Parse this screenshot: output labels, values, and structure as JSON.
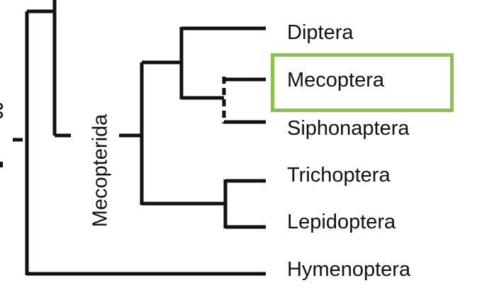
{
  "taxa": {
    "diptera": "Diptera",
    "mecoptera": "Mecoptera",
    "siphonaptera": "Siphonaptera",
    "trichoptera": "Trichoptera",
    "lepidoptera": "Lepidoptera",
    "hymenoptera": "Hymenoptera"
  },
  "clades": {
    "mecopterida": "Mecopterida"
  },
  "highlight": {
    "taxon": "Mecoptera",
    "color": "#8bc34a"
  },
  "colors": {
    "branch": "#111111"
  }
}
